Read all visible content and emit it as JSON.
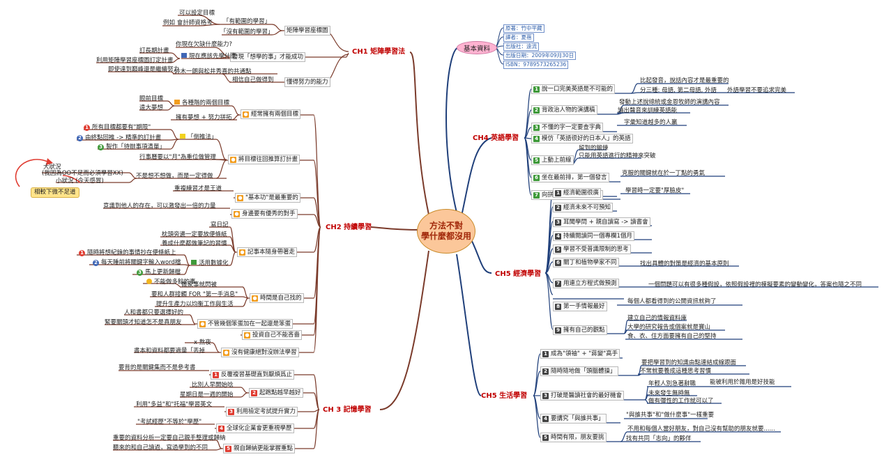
{
  "center": {
    "line1": "方法不對",
    "line2": "學什麼都沒用"
  },
  "basic": {
    "title": "基本資料",
    "items": [
      "原著：竹中平藏",
      "譯者：夏蓓",
      "出版社：遠流",
      "出版日期：2009年09月30日",
      "ISBN：9789573265236"
    ]
  },
  "ch1": {
    "title": "CH1 矩陣學習法",
    "b1": "矩陣學習座標圖",
    "b1a": "「有範圍的學習」",
    "b1a1": "可以設定目標",
    "b1a2": "例如 會計師資格考",
    "b1b": "「沒有範圍的學習」",
    "b2": "發現「想學的事」才能成功",
    "b2a": "你現在欠缺什麼能力?",
    "b2b": "現在應該先學什麼",
    "b2b1": "訂長期計畫",
    "b2b2": "利用矩陣學習座標圖訂定計畫",
    "b3": "懂得努力的能力",
    "b3a": "相信自己做得到",
    "b3b": "鈴木一朗與松井秀喜的共通點",
    "b3b1": "即使達到巔峰還是繼續努力"
  },
  "ch2": {
    "title": "CH2 持續學習",
    "b1": "經常擁有兩個目標",
    "b1a": "各種階的兩個目標",
    "b1a1": "眼前目標",
    "b1a2": "遠大夢想",
    "b1b": "擁有夢想 + 努力拼拓",
    "b2": "將目標往回推算訂計畫",
    "b2a": "「倒推法」",
    "b2a1": "所有目標都要有\"期限\"",
    "b2a2": "由終點回推 -> 精準的訂計畫",
    "b2a3": "製作「待辦事項清單」",
    "b2b": "行事曆要以\"月\"為重位做管理",
    "b2c": "不是想不想做，而是一定得做",
    "b2c1": "大狀況",
    "b2c1s": "(我因為OO不足而必須學習XX)",
    "b2c2": "小狀況 (今天感冒)",
    "b2note": "相較下微不足道",
    "b3": "\"基本功\"是最重要的",
    "b3a": "重複練習才是王道",
    "b4": "身邊要有優秀的對手",
    "b4a": "意識到他人的存在，可以激發出一倍的力量",
    "b5": "記事本隨身帶著走",
    "b5a": "寫日記",
    "b5b": "枕頭旁邊一定要放便條紙",
    "b5c": "養成什麼都做筆記的習慣",
    "b5d": "活用數據化",
    "b5d1": "隨時將想紀錄的事情抄在便條紙上",
    "b5d2": "每天睡前將關鍵字輸入word檔",
    "b5d3": "馬上更新歸檔",
    "b6": "時間是自己找的",
    "b6a": "不能做多餘的事",
    "b6a1": "做家事就閃被",
    "b6b": "要和人群接觸 FOR \"第一手消息\"",
    "b6c": "提升生產力以均衡工作與生活",
    "b7": "不管幾個笨蛋加在一起還是笨蛋",
    "b7a": "人和書都只要選擇好的",
    "b7b": "緊要關頭才知道怎不是真朋友",
    "b8": "投資自己不能吝嗇",
    "b9": "沒有健康絕對沒辦法學習",
    "b9a": "x 熬夜",
    "b9b": "書本和資料都要適量「丟掉"
  },
  "ch3": {
    "title": "CH 3 記憶學習",
    "b1": "反覆複習基礎直到厭煩爲止",
    "b1a": "要背的是關鍵集而不是參考書",
    "b2": "起跑點越早越好",
    "b2a": "比別人早開始唸",
    "b2b": "星期日是一週的開始",
    "b3": "利用檢定考試提升實力",
    "b3a": "利用\"多益\"和\"托福\"學習英文",
    "b4": "全球化企業會更重視學歷",
    "b4a": "\"考試經歷\"不等於\"學歷\"",
    "b5": "親自歸納更能掌握重點",
    "b5a": "重要的資料分析一定要自己親手整理或歸納",
    "b5b": "聽來的和自己讀過，寫過學到的不同"
  },
  "ch4": {
    "title": "CH4 英語學習",
    "b1": "說一口完美英語是不可能的",
    "b1a": "比起發音，說話內容才是最重要的",
    "b1b": "分三種: 母語, 第二母語, 外語",
    "b1b1": "外語學習不要追求完美",
    "b2": "背政治人物的演講稿",
    "b2a": "發動上述說總統或金恩牧師的演講內容",
    "b2b": "讀出聲音來訓練英語能",
    "b3": "不懂的字一定要查字典",
    "b3a": "字彙知道越多的人贏",
    "b4": "模仿「英語很好的日本人」的英語",
    "b5": "上動上前線",
    "b5a": "留到的鍛鍊",
    "b5b": "只能用英語進行的精神來突破",
    "b6": "坐在最前排，第一個發言",
    "b6a": "克服的關鍵就在於一丁點的勇氣",
    "b7": "向拼命發問的孩子學習",
    "b7a": "學習時一定要\"厚臉皮\""
  },
  "ch5a": {
    "title": "CH5 經濟學習",
    "b1": "經濟範圍很廣",
    "b2": "經濟未來不可預知",
    "b3": "耳聞學問 + 親自讀寫 -> 讀書會",
    "b4": "持續閱讀同一個專欄1個月",
    "b5": "學習不受普識限制的思考",
    "b6": "關丁和植物學家不同",
    "b6a": "找出具體的對策是經濟的基本原則",
    "b7": "用連立方程式做預測",
    "b7a": "一個問題可以有很多種假設，依照假設裡的模擬要素的變動變化，答案也隨之不同",
    "b8": "第一手情報最好",
    "b8a": "每個人都看得到的公開資訊就夠了",
    "b9": "擁有自己的觀點",
    "b9a": "建立自己的情報資料庫",
    "b9b": "大學的研究報告或個案就是寶山",
    "b9c": "食、衣、住方面要擁有自己的堅持"
  },
  "ch5b": {
    "title": "CH5 生活學習",
    "b1": "成為\"領袖\" + \"蔣變\"高手",
    "b2": "隨時隨地做「頭腦體操」",
    "b2a": "要把學習到的知識由點連結成線跟面",
    "b2b": "不常就要養成這種思考習慣",
    "b3": "打破是醫讀社會的最好機會",
    "b3a": "年輕人別急著辭職",
    "b3a1": "能被利用於雜用是好技能",
    "b3b": "未來發生無時無",
    "b3c": "做有彈性的工作就可以了",
    "b4": "要講究「與誰共事」",
    "b4a": "\"與誰共事\"和\"做什麼事\"一樣重要",
    "b5": "時間有限，朋友要挑",
    "b5a": "不用和每個人當好朋友，對自己沒有幫助的朋友就要......",
    "b5b": "找有共同「志向」的夥伴"
  },
  "colors": {
    "orange": "#f29d1e",
    "red": "#e03c31",
    "blue": "#3f66b5",
    "green": "#3f9a3a",
    "gray": "#444444"
  }
}
